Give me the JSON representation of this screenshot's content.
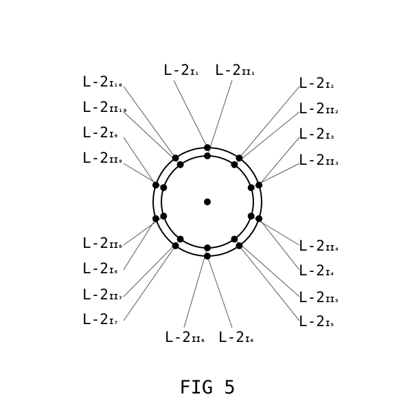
{
  "figure": {
    "caption": "FIG 5",
    "label_prefix": "L-2",
    "rings": {
      "outer": "I",
      "inner": "II"
    },
    "points": [
      {
        "n": "1",
        "angle": 90
      },
      {
        "n": "2",
        "angle": 54
      },
      {
        "n": "3",
        "angle": 18
      },
      {
        "n": "4",
        "angle": -18
      },
      {
        "n": "5",
        "angle": -54
      },
      {
        "n": "6",
        "angle": -90
      },
      {
        "n": "7",
        "angle": -126
      },
      {
        "n": "8",
        "angle": -162
      },
      {
        "n": "9",
        "angle": 162
      },
      {
        "n": "10",
        "angle": 126
      }
    ],
    "labels": [
      {
        "id": "I1",
        "main": "L-2",
        "sub": "I₁"
      },
      {
        "id": "II1",
        "main": "L-2",
        "sub": "II₁"
      },
      {
        "id": "I2",
        "main": "L-2",
        "sub": "I₂"
      },
      {
        "id": "II2",
        "main": "L-2",
        "sub": "II₂"
      },
      {
        "id": "I3",
        "main": "L-2",
        "sub": "I₃"
      },
      {
        "id": "II3",
        "main": "L-2",
        "sub": "II₃"
      },
      {
        "id": "II4",
        "main": "L-2",
        "sub": "II₄"
      },
      {
        "id": "I4",
        "main": "L-2",
        "sub": "I₄"
      },
      {
        "id": "II5",
        "main": "L-2",
        "sub": "II₅"
      },
      {
        "id": "I5",
        "main": "L-2",
        "sub": "I₅"
      },
      {
        "id": "II6",
        "main": "L-2",
        "sub": "II₆"
      },
      {
        "id": "I6",
        "main": "L-2",
        "sub": "I₆"
      },
      {
        "id": "I7",
        "main": "L-2",
        "sub": "I₇"
      },
      {
        "id": "II7",
        "main": "L-2",
        "sub": "II₇"
      },
      {
        "id": "I8",
        "main": "L-2",
        "sub": "I₈"
      },
      {
        "id": "II8",
        "main": "L-2",
        "sub": "II₈"
      },
      {
        "id": "II9",
        "main": "L-2",
        "sub": "II₉"
      },
      {
        "id": "I9",
        "main": "L-2",
        "sub": "I₉"
      },
      {
        "id": "II10",
        "main": "L-2",
        "sub": "II₁₀"
      },
      {
        "id": "I10",
        "main": "L-2",
        "sub": "I₁₀"
      }
    ]
  }
}
